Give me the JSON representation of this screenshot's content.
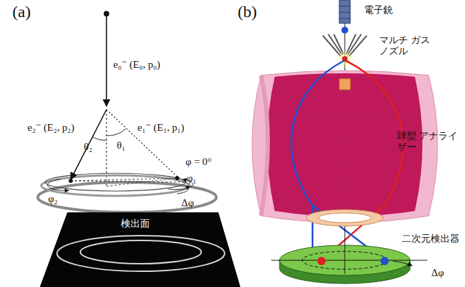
{
  "diagram": {
    "labels": [
      "(a)",
      "e₀⁻ (E₀, p₀)",
      "e₂⁻ (E₂, p₂)",
      "e₁⁻ (E₁, p₁)",
      "θ₂",
      "θ₁",
      "φ₂",
      "φ₁",
      "φ = 0°",
      "Δφ",
      "検出面",
      "(b)",
      "電子銃",
      "マルチ ガスノズル",
      "球型 アナライザー",
      "二次元検出器",
      "Δφ"
    ]
  }
}
